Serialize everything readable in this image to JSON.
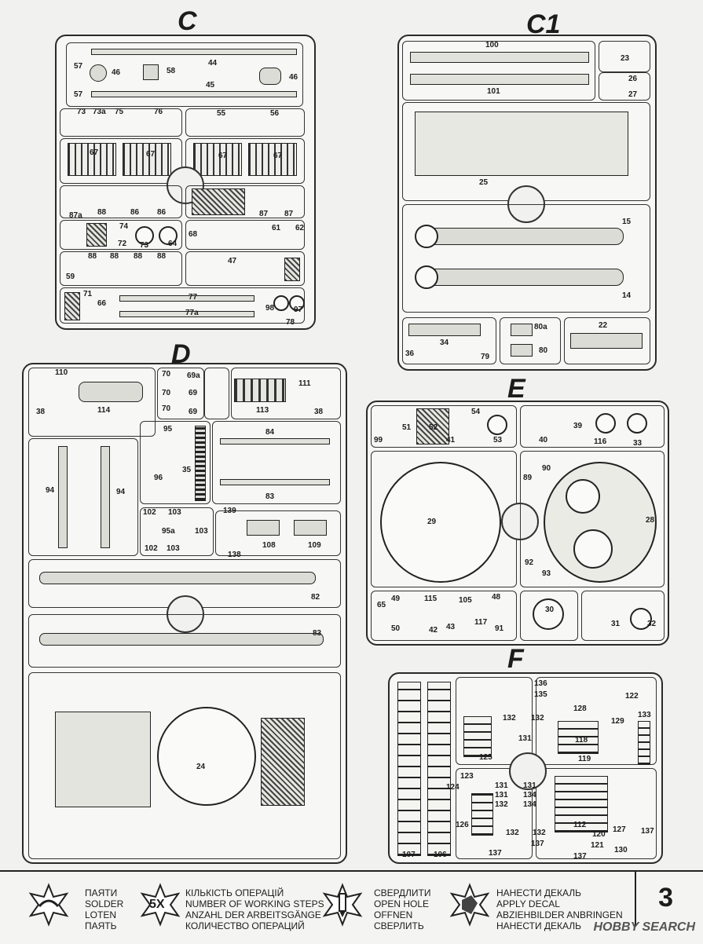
{
  "sprues": [
    {
      "letter": "C"
    },
    {
      "letter": "C1"
    },
    {
      "letter": "D"
    },
    {
      "letter": "E"
    },
    {
      "letter": "F"
    }
  ],
  "labels": {
    "c": [
      "44",
      "45",
      "46",
      "58",
      "46",
      "57",
      "57",
      "73",
      "73a",
      "75",
      "76",
      "55",
      "56",
      "67",
      "67",
      "67",
      "67",
      "88",
      "86",
      "86",
      "87",
      "87a",
      "87",
      "74",
      "72",
      "73",
      "64",
      "68",
      "61",
      "62",
      "88",
      "88",
      "88",
      "88",
      "59",
      "47",
      "71",
      "66",
      "77",
      "77a",
      "98",
      "97",
      "78"
    ],
    "c1": [
      "100",
      "101",
      "23",
      "26",
      "27",
      "25",
      "15",
      "14",
      "34",
      "36",
      "79",
      "80a",
      "80",
      "22"
    ],
    "d": [
      "110",
      "38",
      "114",
      "70",
      "70",
      "70",
      "69a",
      "69",
      "69",
      "111",
      "113",
      "38",
      "95",
      "35",
      "84",
      "94",
      "94",
      "96",
      "83",
      "102",
      "103",
      "95a",
      "103",
      "102",
      "103",
      "139",
      "108",
      "109",
      "138",
      "82",
      "83",
      "24"
    ],
    "e": [
      "99",
      "51",
      "52",
      "41",
      "54",
      "53",
      "40",
      "39",
      "116",
      "33",
      "89",
      "90",
      "29",
      "28",
      "92",
      "93",
      "49",
      "115",
      "105",
      "48",
      "65",
      "50",
      "42",
      "43",
      "117",
      "91",
      "30",
      "31",
      "32"
    ],
    "f": [
      "136",
      "135",
      "132",
      "132",
      "131",
      "125",
      "128",
      "122",
      "129",
      "133",
      "118",
      "119",
      "124",
      "123",
      "131",
      "131",
      "131",
      "134",
      "134",
      "132",
      "126",
      "132",
      "132",
      "112",
      "120",
      "121",
      "127",
      "130",
      "137",
      "137",
      "137",
      "137",
      "107",
      "106"
    ]
  },
  "legend": {
    "solder": [
      "ПАЯТИ",
      "SOLDER",
      "LOTEN",
      "ПАЯТЬ"
    ],
    "steps_icon": "5X",
    "steps": [
      "КІЛЬКІСТЬ ОПЕРАЦІЙ",
      "NUMBER OF WORKING STEPS",
      "ANZAHL DER ARBEITSGÄNGE",
      "КОЛИЧЕСТВО ОПЕРАЦИЙ"
    ],
    "hole": [
      "СВЕРДЛИТИ",
      "OPEN HOLE",
      "OFFNEN",
      "СВЕРЛИТЬ"
    ],
    "decal": [
      "НАНЕСТИ ДЕКАЛЬ",
      "APPLY DECAL",
      "ABZIEHBILDER ANBRINGEN",
      "НАНЕСТИ ДЕКАЛЬ"
    ]
  },
  "page_number": "3",
  "watermark": "HOBBY SEARCH"
}
